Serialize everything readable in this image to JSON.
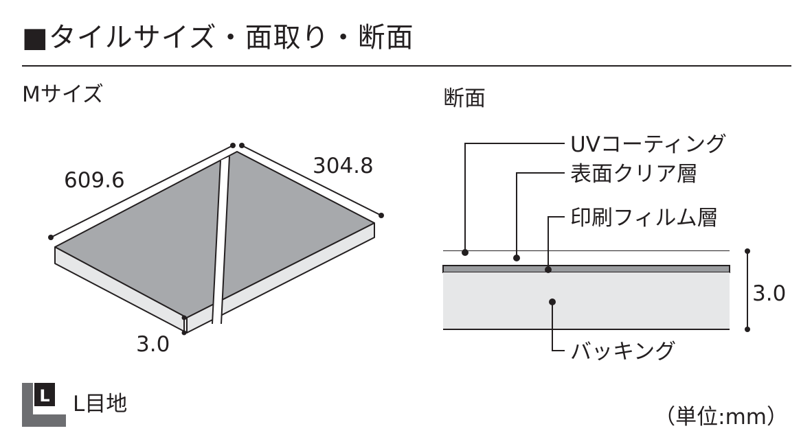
{
  "header": {
    "title": "■タイルサイズ・面取り・断面"
  },
  "tile_view": {
    "heading": "Mサイズ",
    "length": "609.6",
    "width": "304.8",
    "thickness": "3.0"
  },
  "section_view": {
    "heading": "断面",
    "layers": {
      "uv": "UVコーティング",
      "clear": "表面クリア層",
      "print": "印刷フィルム層",
      "backing": "バッキング"
    },
    "thickness": "3.0"
  },
  "joint": {
    "badge": "L",
    "label": "L目地"
  },
  "unit_note": "（単位:mm）",
  "colors": {
    "tile_top": "#a7a9ac",
    "tile_side": "#e6e7e8",
    "print_film": "#9a9c9f",
    "backing": "#e6e7e8",
    "ink": "#231f20",
    "badge_dark": "#231f20",
    "badge_shadow": "#6d6e71"
  }
}
